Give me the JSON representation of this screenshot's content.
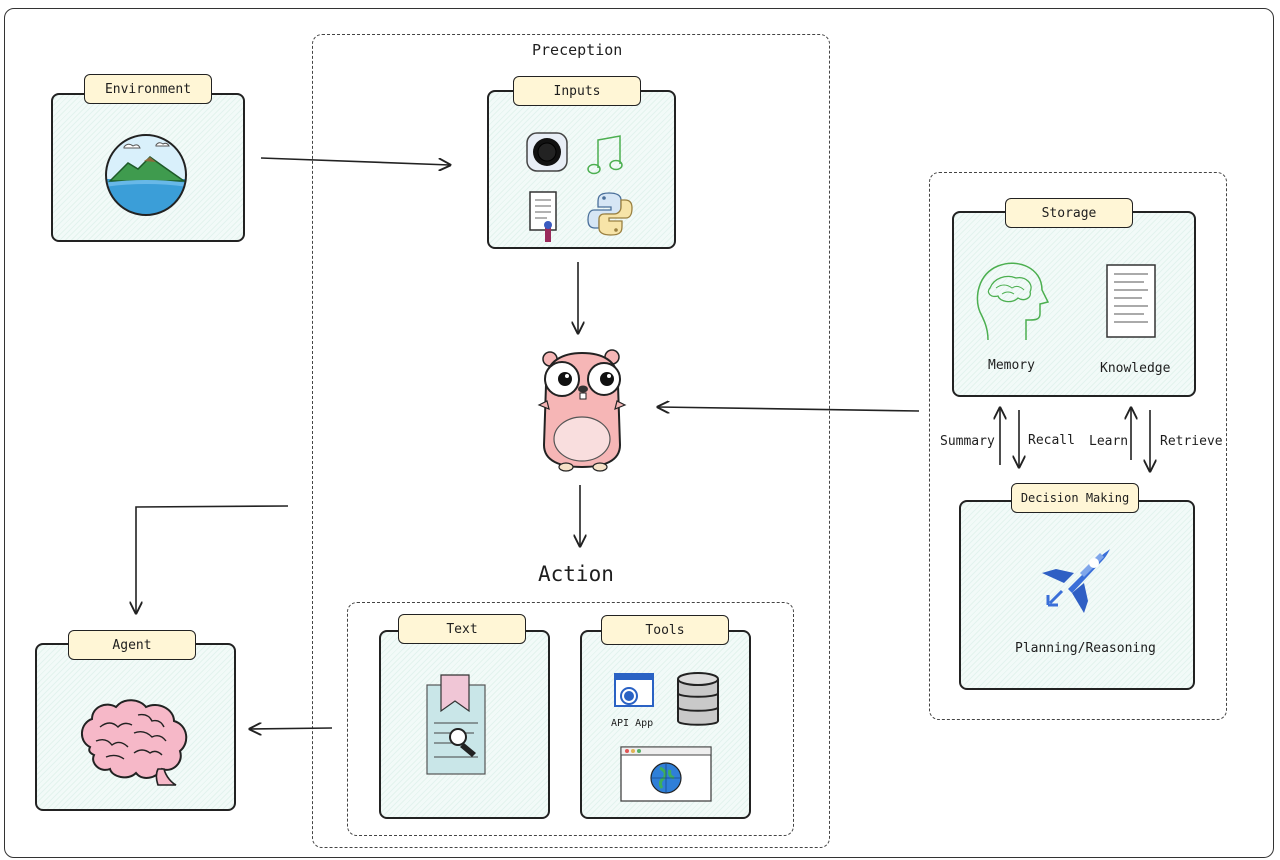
{
  "perception": {
    "title": "Preception",
    "inputs_label": "Inputs"
  },
  "environment": {
    "label": "Environment"
  },
  "storage": {
    "label": "Storage",
    "memory_label": "Memory",
    "knowledge_label": "Knowledge"
  },
  "storage_links": {
    "summary": "Summary",
    "recall": "Recall",
    "learn": "Learn",
    "retrieve": "Retrieve"
  },
  "decision": {
    "label": "Decision Making",
    "caption": "Planning/Reasoning"
  },
  "action": {
    "title": "Action",
    "text_label": "Text",
    "tools_label": "Tools",
    "api_caption": "API App"
  },
  "agent": {
    "label": "Agent"
  },
  "colors": {
    "card_fill": "#eaf6f3",
    "tag_fill": "#fff6d6",
    "gopher_pink": "#f6b6b6",
    "rocket_blue": "#3a6fd8"
  },
  "icons": [
    "landscape-icon",
    "camera-icon",
    "music-note-icon",
    "certificate-icon",
    "python-icon",
    "gopher-icon",
    "head-outline-icon",
    "document-icon",
    "rocket-icon",
    "bookmark-doc-icon",
    "api-app-icon",
    "database-icon",
    "browser-globe-icon",
    "brain-icon"
  ]
}
